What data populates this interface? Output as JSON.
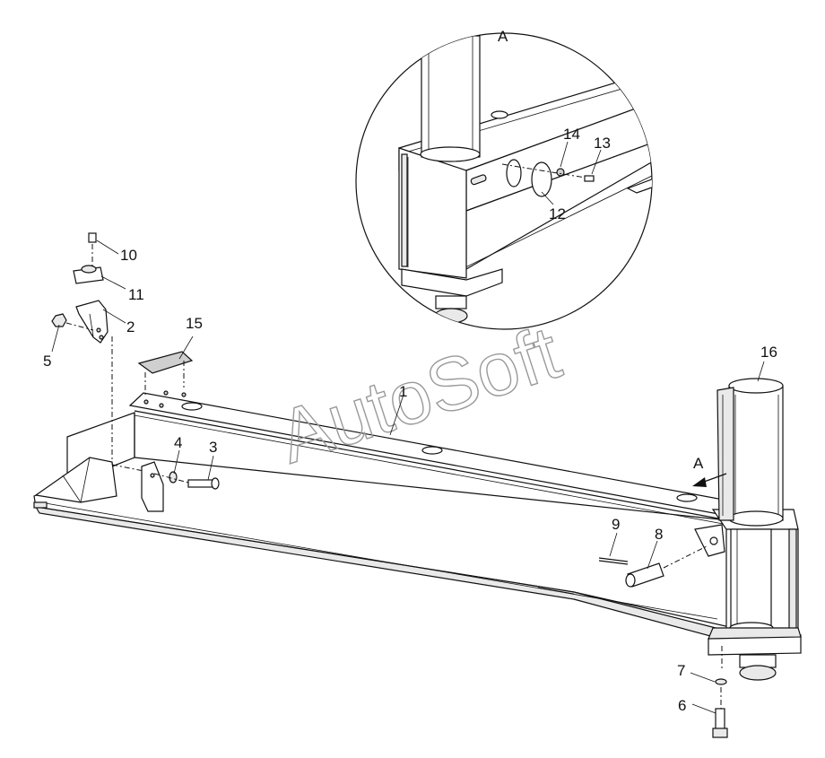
{
  "detail_label": "A",
  "view_arrow_label": "A",
  "watermark": "AutoSoft",
  "callouts": [
    "1",
    "2",
    "3",
    "4",
    "5",
    "6",
    "7",
    "8",
    "9",
    "10",
    "11",
    "12",
    "13",
    "14",
    "15",
    "16"
  ]
}
